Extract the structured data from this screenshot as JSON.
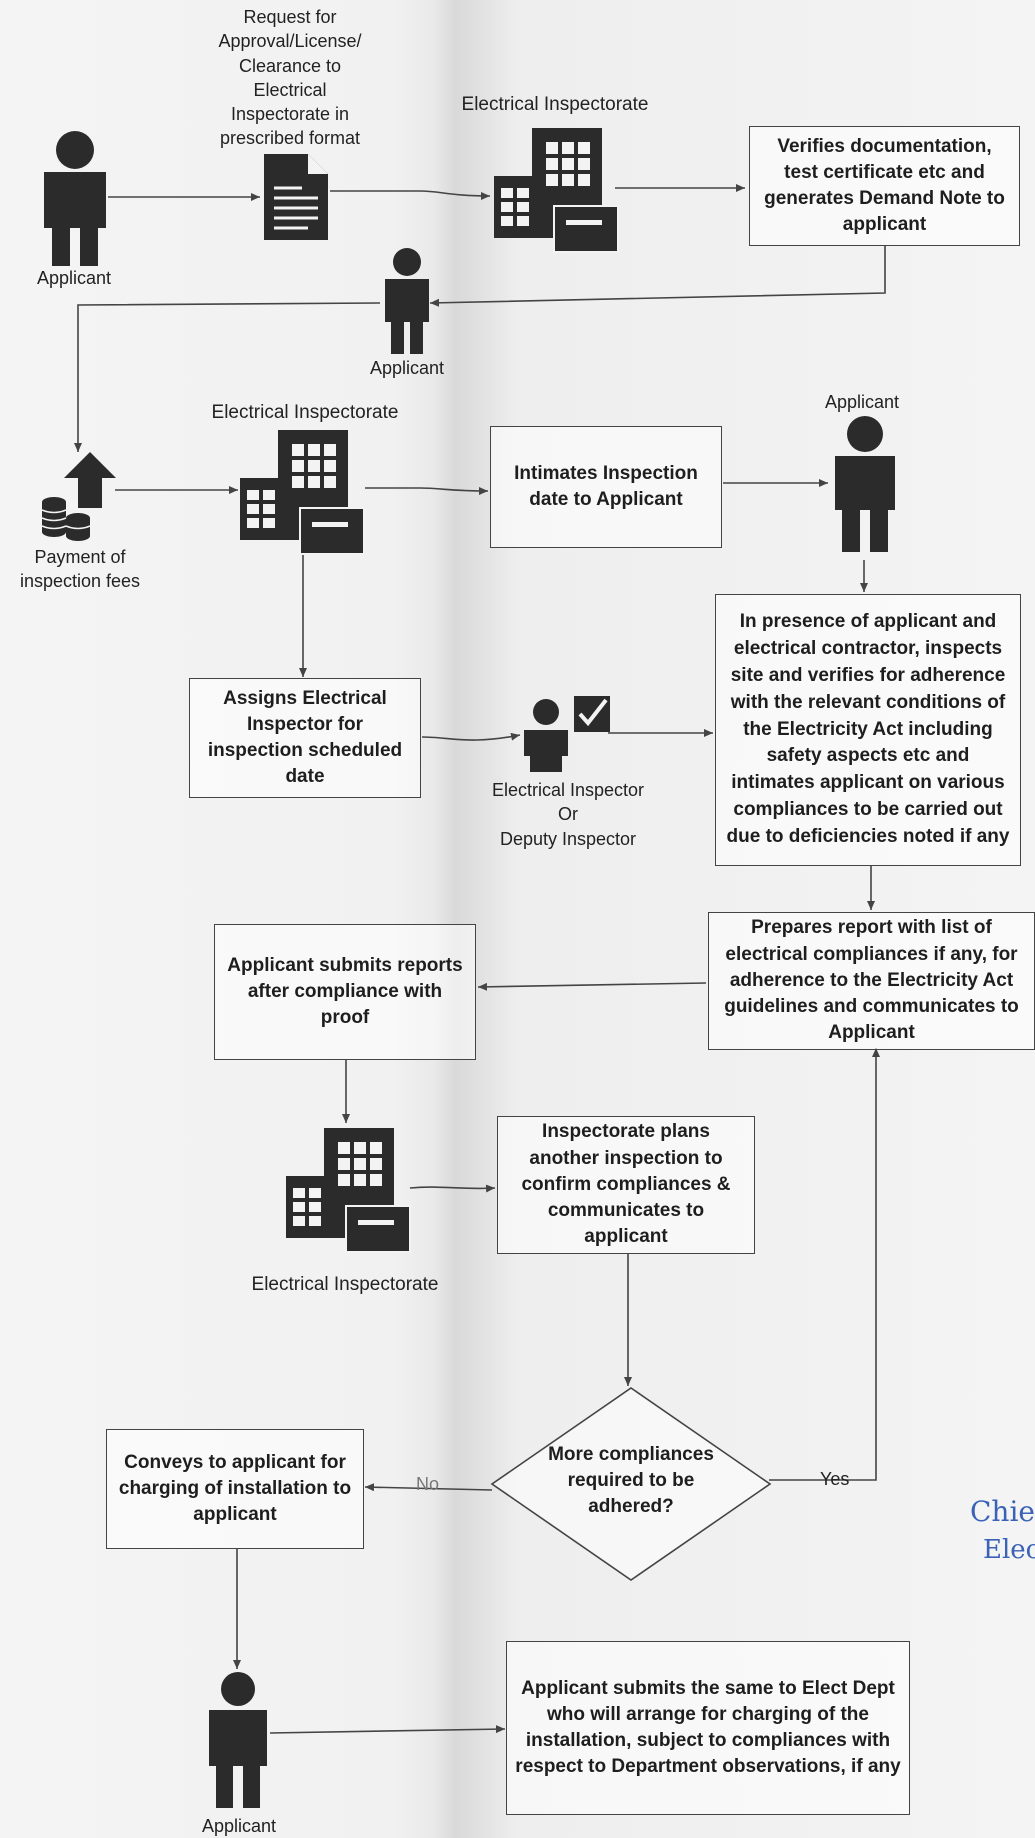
{
  "nodes": {
    "applicant_1": "Applicant",
    "request_doc": [
      "Request for",
      "Approval/License/",
      "Clearance to",
      "Electrical",
      "Inspectorate in",
      "prescribed format"
    ],
    "inspectorate_1": "Electrical Inspectorate",
    "verifies_box": "Verifies documentation, test certificate etc and generates Demand Note to applicant",
    "applicant_2": "Applicant",
    "payment": [
      "Payment of",
      "inspection fees"
    ],
    "inspectorate_2": "Electrical Inspectorate",
    "intimates_box": "Intimates Inspection date to Applicant",
    "applicant_3": "Applicant",
    "presence_box": "In presence of applicant and electrical contractor, inspects site and verifies for adherence with the relevant conditions of the Electricity Act including safety aspects etc and intimates applicant on various compliances to be carried out due to deficiencies noted if any",
    "assigns_box": "Assigns Electrical Inspector for inspection scheduled date",
    "inspector": [
      "Electrical Inspector",
      "Or",
      "Deputy Inspector"
    ],
    "prepares_box": "Prepares report with list of electrical compliances if any, for adherence to the Electricity Act guidelines and communicates to Applicant",
    "submits_box": "Applicant submits reports after compliance with proof",
    "plans_box": "Inspectorate plans another inspection to confirm compliances & communicates to applicant",
    "inspectorate_3": "Electrical Inspectorate",
    "decision": "More compliances required to be adhered?",
    "yes_label": "Yes",
    "no_label": "No",
    "conveys_box": "Conveys to applicant for charging of installation to applicant",
    "applicant_4": "Applicant",
    "final_box": "Applicant submits the same to Elect Dept who will arrange for charging of the installation, subject to compliances with respect to Department observations, if any"
  },
  "watermark": {
    "line1": "Chief",
    "line2": "Elec"
  },
  "colors": {
    "icon": "#2b2b2b",
    "line": "#444444",
    "watermark": "#3a63b8"
  }
}
